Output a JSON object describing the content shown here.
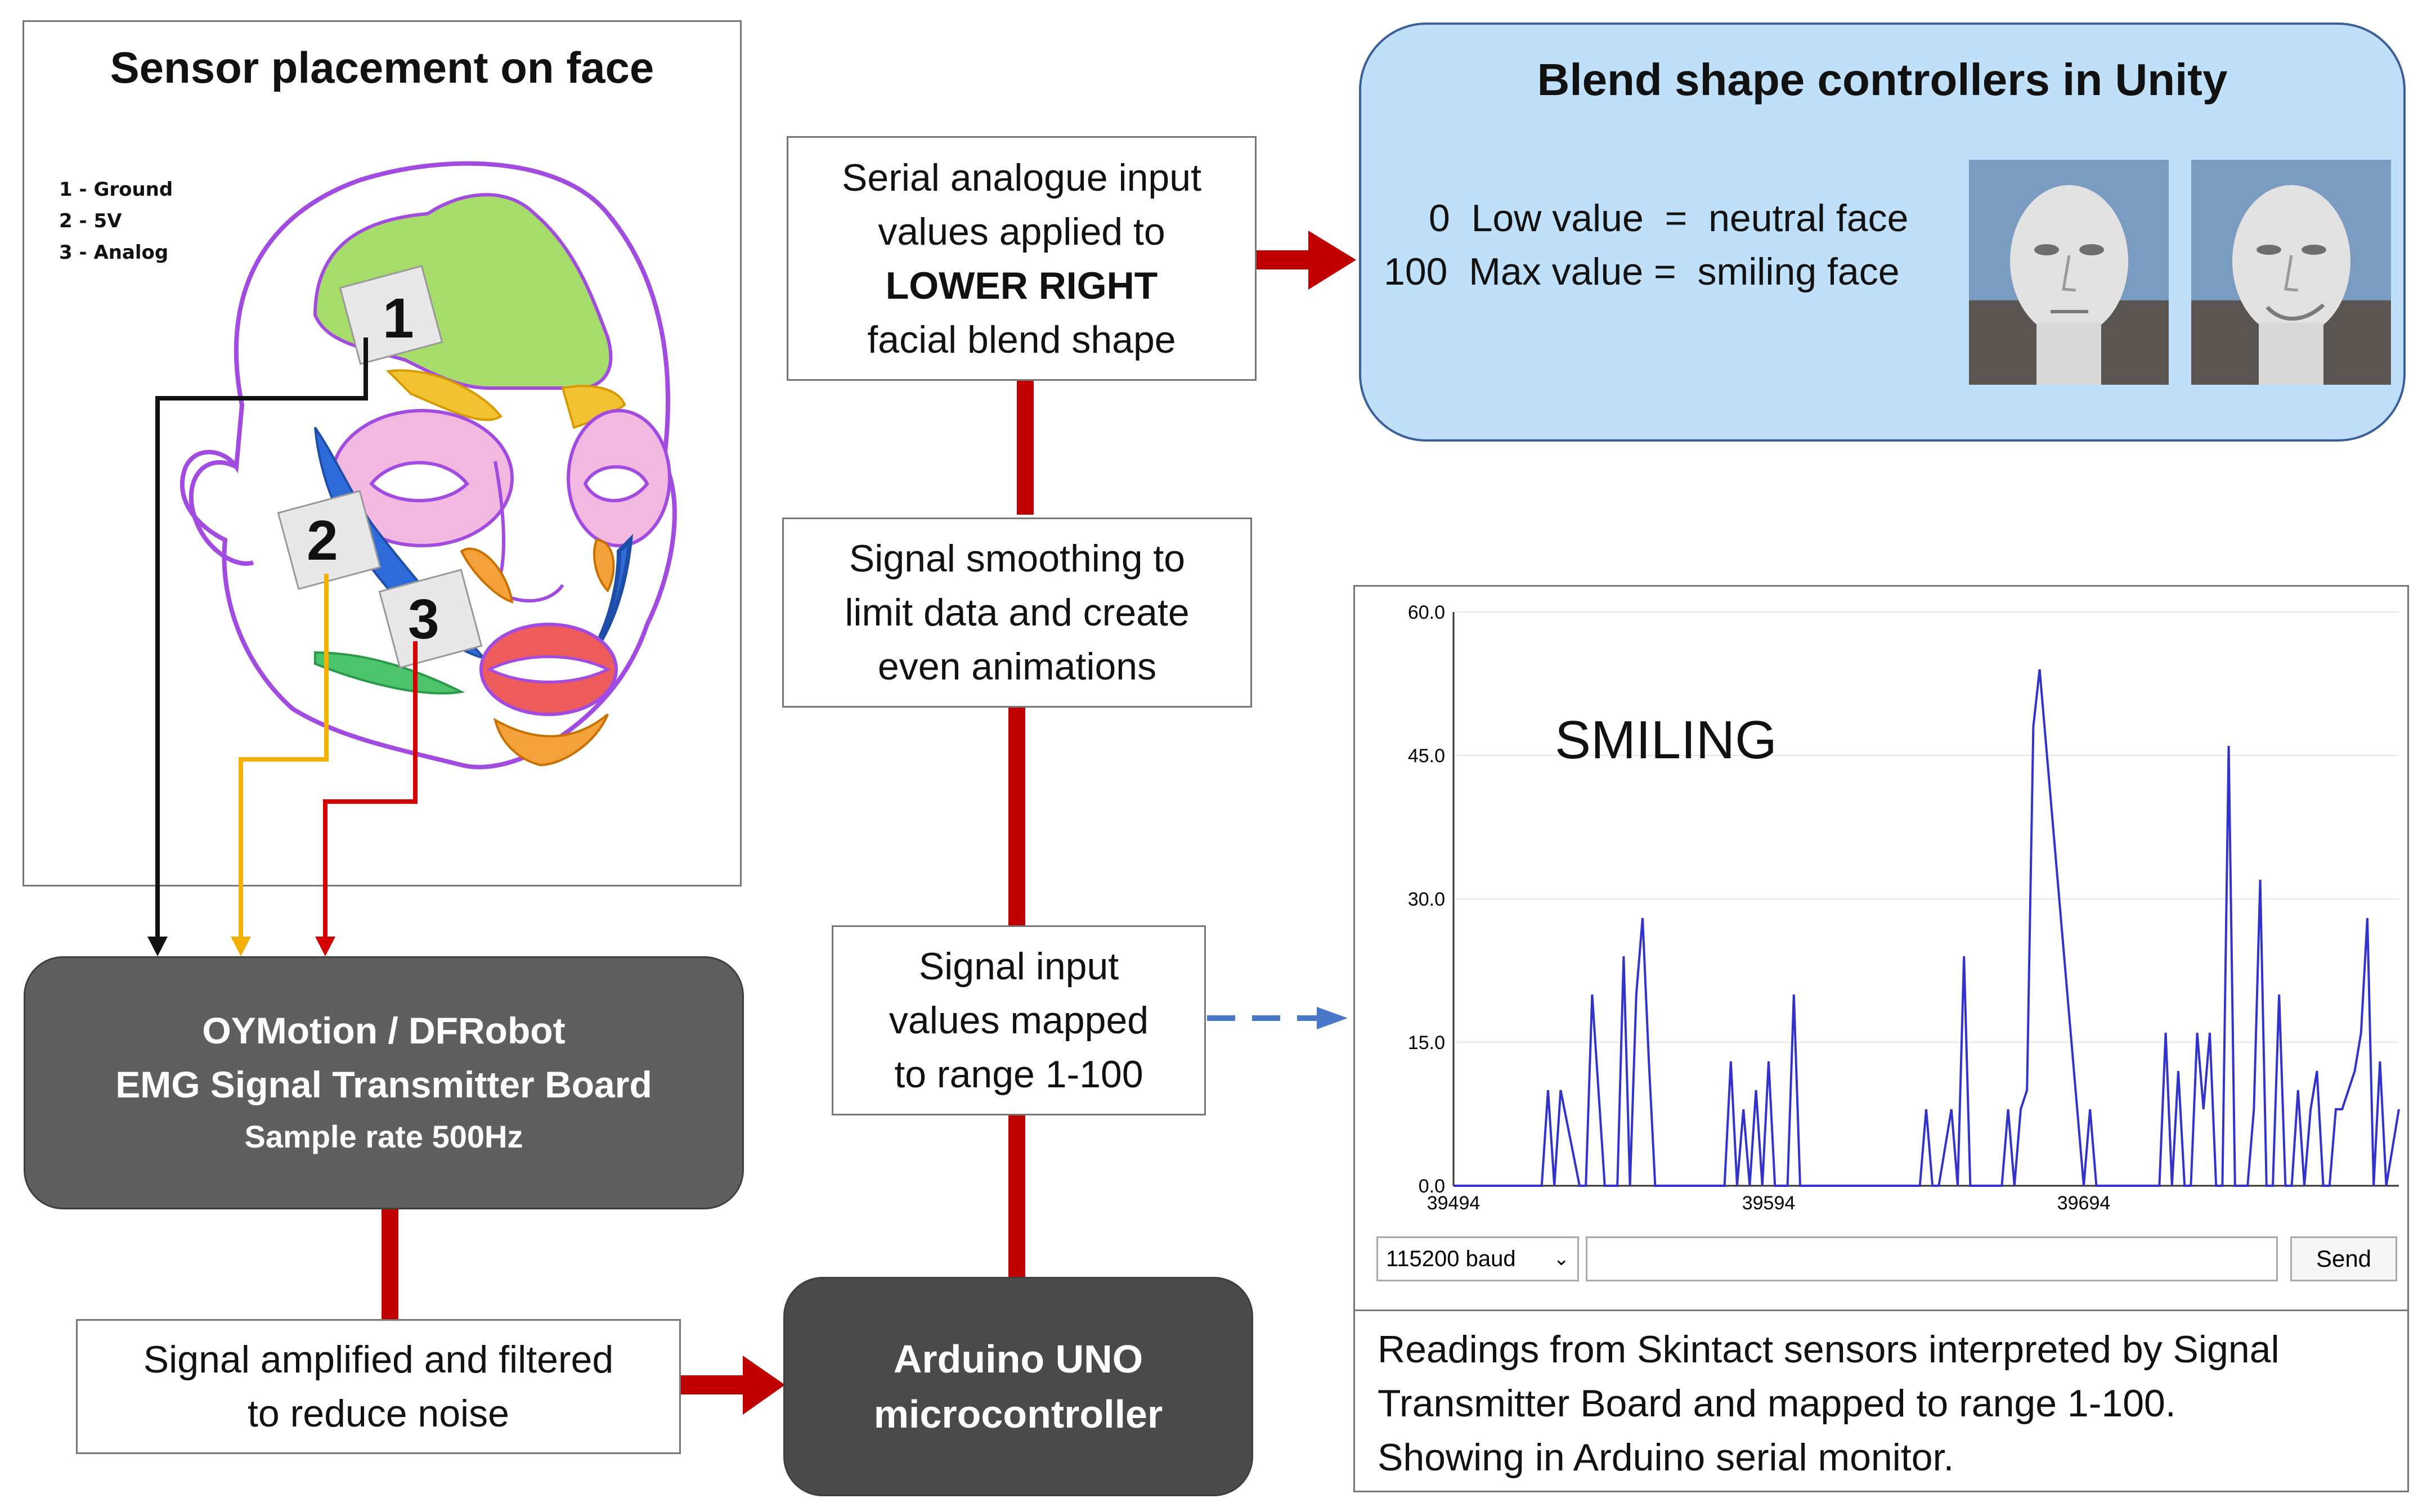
{
  "colors": {
    "arrow_red": "#c00000",
    "wire_black": "#111111",
    "wire_yellow": "#f4b000",
    "wire_red": "#d40000",
    "dashed_blue": "#4a78c8",
    "dark_box": "#5f5f5f",
    "blend_bg": "#bfe0f8",
    "plot_line": "#3333cc"
  },
  "face_panel": {
    "title": "Sensor placement on face",
    "legend": [
      "1 - Ground",
      "2 - 5V",
      "3 - Analog"
    ],
    "sensor_labels": [
      "1",
      "2",
      "3"
    ]
  },
  "board": {
    "line1": "OYMotion / DFRobot",
    "line2": "EMG Signal Transmitter Board",
    "line3": "Sample rate 500Hz"
  },
  "amplified": {
    "line1": "Signal amplified and filtered",
    "line2": "to reduce noise"
  },
  "arduino": {
    "line1": "Arduino UNO",
    "line2": "microcontroller"
  },
  "mapped": {
    "line1": "Signal input",
    "line2": "values mapped",
    "line3": "to range 1-100"
  },
  "smoothing": {
    "line1": "Signal smoothing to",
    "line2": "limit data and create",
    "line3": "even animations"
  },
  "serial_applied": {
    "line1": "Serial analogue input",
    "line2": "values applied to",
    "line3": "LOWER RIGHT",
    "line4": "facial blend shape"
  },
  "blend": {
    "title": "Blend shape controllers in Unity",
    "row1": "0  Low value  =  neutral face",
    "row2": "100  Max value =  smiling face"
  },
  "serial_monitor": {
    "plot_label": "SMILING",
    "baud": "115200 baud",
    "send": "Send",
    "caption1": "Readings from Skintact sensors interpreted by Signal",
    "caption2": "Transmitter Board and mapped to range 1-100.",
    "caption3": "Showing in Arduino serial monitor."
  },
  "chart_data": {
    "type": "line",
    "ylim": [
      0,
      60
    ],
    "xlim": [
      39494,
      39794
    ],
    "y_ticks": [
      "0.0",
      "15.0",
      "30.0",
      "45.0",
      "60.0"
    ],
    "x_ticks": [
      "39494",
      "39594",
      "39694"
    ],
    "series": [
      {
        "x": [
          39494,
          39520,
          39522,
          39524,
          39526,
          39528,
          39534,
          39536,
          39538,
          39542,
          39544,
          39546,
          39548,
          39550,
          39552,
          39554,
          39556,
          39558,
          39560,
          39562,
          39564,
          39566,
          39568,
          39580,
          39582,
          39584,
          39586,
          39588,
          39590,
          39592,
          39594,
          39596,
          39600,
          39602,
          39604,
          39606,
          39608,
          39612,
          39614,
          39616,
          39618,
          39640,
          39642,
          39644,
          39646,
          39648,
          39652,
          39654,
          39656,
          39658,
          39660,
          39662,
          39664,
          39666,
          39668,
          39670,
          39672,
          39674,
          39676,
          39678,
          39680,
          39694,
          39696,
          39698,
          39700,
          39702,
          39704,
          39706,
          39708,
          39710,
          39712,
          39714,
          39716,
          39718,
          39720,
          39722,
          39724,
          39726,
          39728,
          39730,
          39732,
          39734,
          39736,
          39738,
          39740,
          39742,
          39744,
          39746,
          39748,
          39750,
          39752,
          39754,
          39756,
          39758,
          39760,
          39762,
          39764,
          39766,
          39768,
          39770,
          39772,
          39774,
          39776,
          39778,
          39780,
          39782,
          39784,
          39786,
          39788,
          39790,
          39794
        ],
        "y": [
          0,
          0,
          0,
          10,
          0,
          10,
          0,
          0,
          20,
          0,
          0,
          0,
          24,
          0,
          20,
          28,
          13,
          0,
          0,
          0,
          0,
          0,
          0,
          0,
          13,
          0,
          8,
          0,
          10,
          0,
          13,
          0,
          0,
          20,
          0,
          0,
          0,
          0,
          0,
          0,
          0,
          0,
          0,
          8,
          0,
          0,
          8,
          0,
          24,
          0,
          0,
          0,
          0,
          0,
          0,
          8,
          0,
          8,
          10,
          48,
          54,
          0,
          8,
          0,
          0,
          0,
          0,
          0,
          0,
          0,
          0,
          0,
          0,
          0,
          16,
          0,
          12,
          0,
          0,
          16,
          8,
          16,
          0,
          0,
          46,
          0,
          0,
          0,
          8,
          32,
          0,
          0,
          20,
          0,
          0,
          10,
          0,
          8,
          12,
          0,
          0,
          8,
          8,
          10,
          12,
          16,
          28,
          0,
          13,
          0,
          8
        ],
        "yoffset_note": ""
      }
    ]
  }
}
